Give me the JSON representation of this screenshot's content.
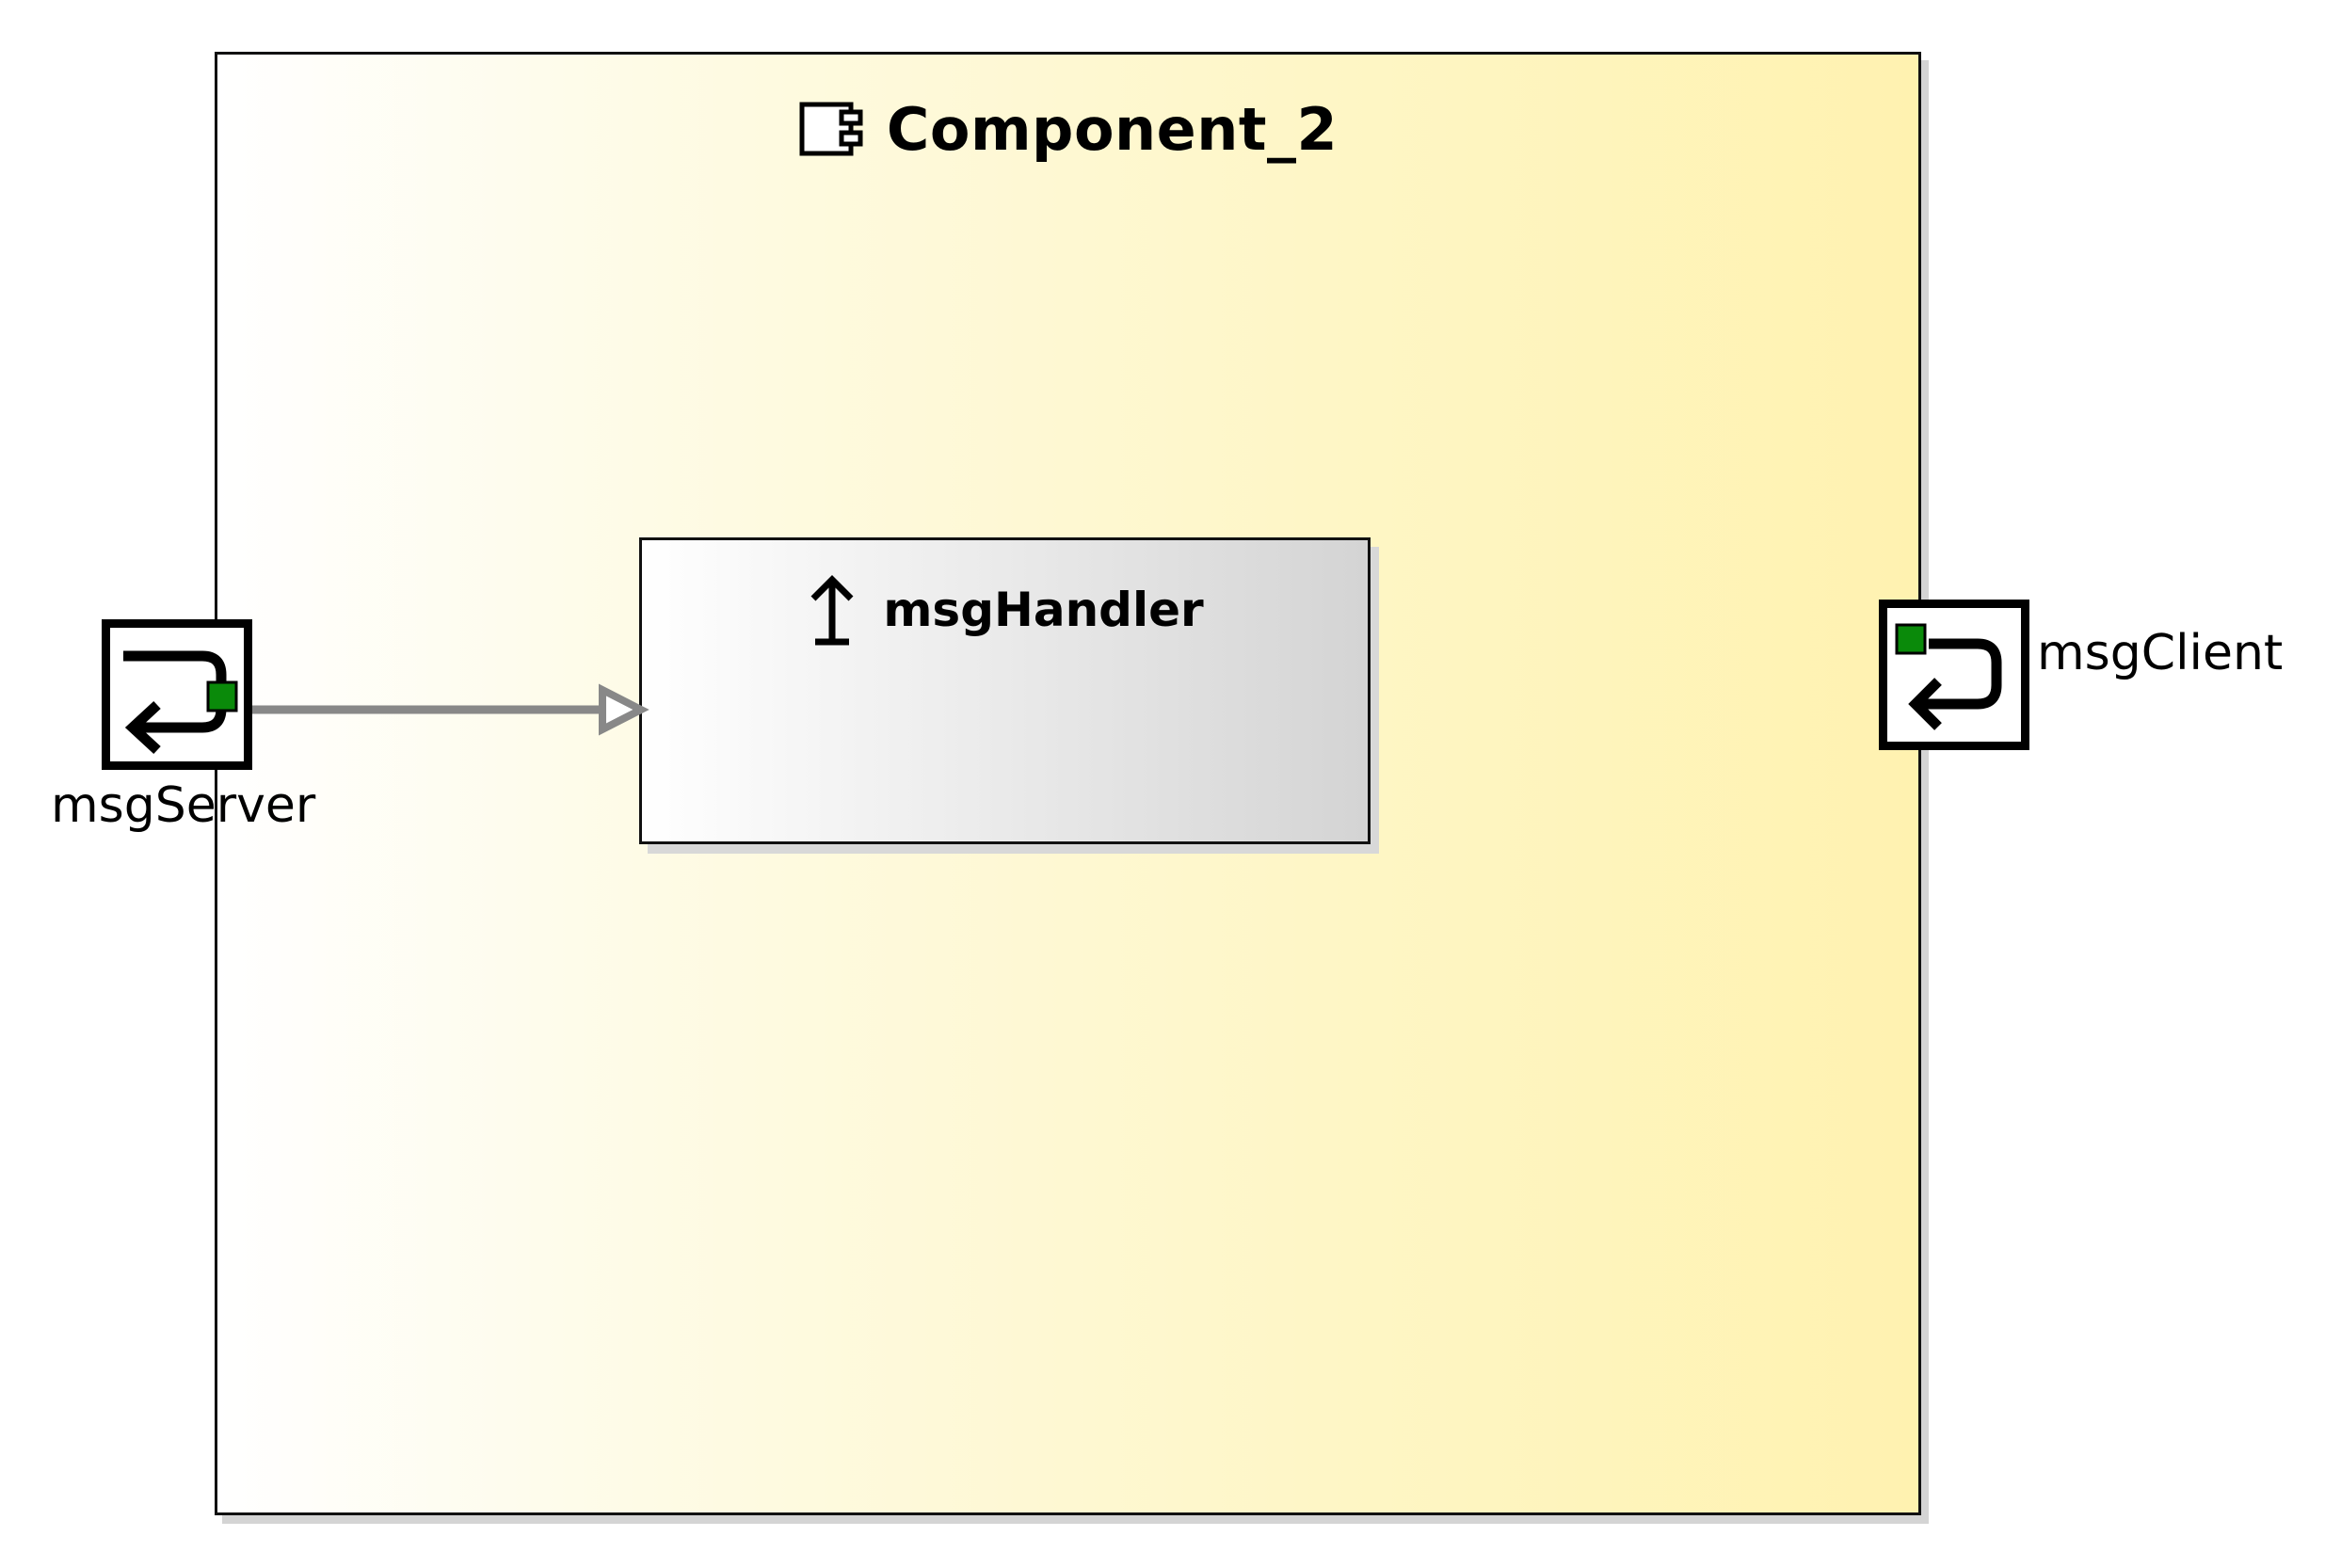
{
  "component": {
    "title": "Component_2",
    "icon": "component-icon",
    "fill_gradient": [
      "#ffffff",
      "#fff2b0"
    ],
    "border_color": "#111111"
  },
  "interface": {
    "title": "msgHandler",
    "icon": "interface-realization-icon",
    "fill_gradient": [
      "#ffffff",
      "#d4d4d4"
    ]
  },
  "ports": [
    {
      "id": "msgServer",
      "label": "msgServer",
      "icon": "port-return-arrow-icon",
      "indicator_color": "#0a8a0a"
    },
    {
      "id": "msgClient",
      "label": "msgClient",
      "icon": "port-return-arrow-icon",
      "indicator_color": "#0a8a0a"
    }
  ],
  "connector": {
    "from": "msgServer",
    "to": "msgHandler",
    "style": "realization",
    "color": "#888888"
  }
}
